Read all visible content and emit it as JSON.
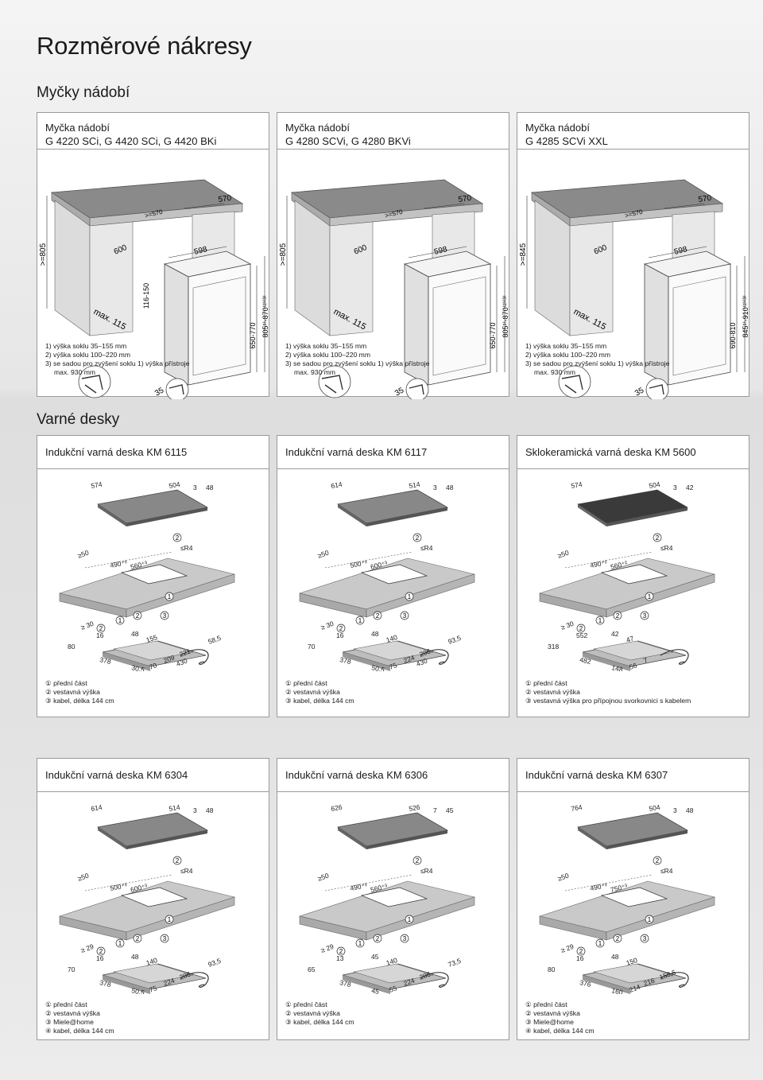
{
  "page": {
    "title": "Rozměrové nákresy"
  },
  "sections": {
    "dishwashers": "Myčky nádobí",
    "hobs": "Varné desky"
  },
  "dishwashers": [
    {
      "head1": "Myčka nádobí",
      "head2": "G 4220 SCi, G 4420 SCi, G 4420 BKi",
      "dims": {
        "h_left": ">=805",
        "w_top": "570",
        "w_front": "598",
        "niche": ">=570",
        "depth": "600",
        "plinth": "116-150",
        "h1": "650-770",
        "h2": "805¹⁾-870⁽²⁾⁽³⁾",
        "d35": "35",
        "max115": "max. 115"
      },
      "notes": [
        "1) výška soklu 35–155 mm",
        "2) výška soklu 100–220 mm",
        "3) se sadou pro zvýšení soklu 1) výška přístroje",
        "max. 930 mm"
      ]
    },
    {
      "head1": "Myčka nádobí",
      "head2": "G 4280 SCVi, G 4280 BKVi",
      "dims": {
        "h_left": ">=805",
        "w_top": "570",
        "w_front": "598",
        "niche": ">=570",
        "depth": "600",
        "plinth": "",
        "h1": "650-770",
        "h2": "805¹⁾-870⁽²⁾⁽³⁾",
        "d35": "35",
        "max115": "max. 115"
      },
      "notes": [
        "1) výška soklu 35–155 mm",
        "2) výška soklu 100–220 mm",
        "3) se sadou pro zvýšení soklu 1) výška přístroje",
        "max. 930 mm"
      ]
    },
    {
      "head1": "Myčka nádobí",
      "head2": "G 4285 SCVi XXL",
      "dims": {
        "h_left": ">=845",
        "w_top": "570",
        "w_front": "598",
        "niche": ">=570",
        "depth": "600",
        "plinth": "",
        "h1": "690-810",
        "h2": "845¹⁾-910⁽²⁾⁽³⁾",
        "d35": "35",
        "max115": "max. 115"
      },
      "notes": [
        "1) výška soklu 35–155 mm",
        "2) výška soklu 100–220 mm",
        "3) se sadou pro zvýšení soklu 1) výška přístroje",
        "max. 930 mm"
      ]
    }
  ],
  "hobs_row1": [
    {
      "title": "Indukční varná deska KM 6115",
      "dims": {
        "top_a": "574",
        "top_b": "504",
        "t3": "3",
        "t48": "48",
        "ge50": "≥50",
        "r4": "≤R4",
        "cut_a": "490⁺³",
        "cut_b": "560⁺³",
        "ge30": "≥ 30",
        "d16": "16",
        "d48": "48",
        "d155": "155",
        "d80": "80",
        "d378": "378",
        "d305": "30,5",
        "d70": "70",
        "d209": "209",
        "d221": "221",
        "d430": "430",
        "d585": "58,5"
      },
      "notes": [
        "① přední část",
        "② vestavná výška",
        "③ kabel, délka 144 cm"
      ]
    },
    {
      "title": "Indukční varná deska KM 6117",
      "dims": {
        "top_a": "614",
        "top_b": "514",
        "t3": "3",
        "t48": "48",
        "ge50": "≥50",
        "r4": "≤R4",
        "cut_a": "500⁺³",
        "cut_b": "600⁺³",
        "ge30": "≥ 30",
        "d16": "16",
        "d48": "48",
        "d155": "140",
        "d80": "70",
        "d378": "378",
        "d305": "50,5",
        "d70": "75",
        "d209": "224",
        "d221": "206",
        "d430": "430",
        "d585": "93,5"
      },
      "notes": [
        "① přední část",
        "② vestavná výška",
        "③ kabel, délka 144 cm"
      ]
    },
    {
      "title": "Sklokeramická varná deska KM 5600",
      "dims": {
        "top_a": "574",
        "top_b": "504",
        "t3": "3",
        "t48": "42",
        "ge50": "≥50",
        "r4": "≤R4",
        "cut_a": "490⁺²",
        "cut_b": "560⁺²",
        "ge30": "≥ 30",
        "d16": "552",
        "d48": "42",
        "d155": "47",
        "d80": "318",
        "d378": "482",
        "d305": "148",
        "d70": "56",
        "d209": "7",
        "d221": "",
        "d430": "",
        "d585": ""
      },
      "notes": [
        "① přední část",
        "② vestavná výška",
        "③ vestavná výška pro přípojnou svorkovnici s kabelem"
      ]
    }
  ],
  "hobs_row2": [
    {
      "title": "Indukční varná deska KM 6304",
      "dims": {
        "top_a": "614",
        "top_b": "514",
        "t3": "3",
        "t48": "48",
        "ge50": "≥50",
        "r4": "≤R4",
        "cut_a": "500⁺³",
        "cut_b": "600⁺³",
        "ge30": "≥ 29",
        "d16": "16",
        "d48": "48",
        "d155": "140",
        "d80": "70",
        "d378": "378",
        "d305": "50,5",
        "d70": "75",
        "d209": "224",
        "d221": "206",
        "d430": "",
        "d585": "93,5"
      },
      "notes": [
        "① přední část",
        "② vestavná výška",
        "③ Miele@home",
        "④ kabel, délka 144 cm"
      ]
    },
    {
      "title": "Indukční varná deska KM 6306",
      "dims": {
        "top_a": "626",
        "top_b": "526",
        "t3": "7",
        "t48": "45",
        "ge50": "≥50",
        "r4": "≤R4",
        "cut_a": "490⁺³",
        "cut_b": "560⁺³",
        "ge30": "≥ 29",
        "d16": "13",
        "d48": "45",
        "d155": "140",
        "d80": "65",
        "d378": "378",
        "d305": "45",
        "d70": "55",
        "d209": "224",
        "d221": "206",
        "d430": "",
        "d585": "73,5"
      },
      "notes": [
        "① přední část",
        "② vestavná výška",
        "③ kabel, délka 144 cm"
      ]
    },
    {
      "title": "Indukční varná deska KM 6307",
      "dims": {
        "top_a": "764",
        "top_b": "504",
        "t3": "3",
        "t48": "48",
        "ge50": "≥50",
        "r4": "≤R4",
        "cut_a": "490⁺³",
        "cut_b": "750⁺³",
        "ge30": "≥ 29",
        "d16": "16",
        "d48": "48",
        "d155": "150",
        "d80": "80",
        "d378": "376",
        "d305": "160",
        "d70": "214",
        "d209": "216",
        "d221": "158,5",
        "d430": "",
        "d585": ""
      },
      "notes": [
        "① přední část",
        "② vestavná výška",
        "③ Miele@home",
        "④ kabel, délka 144 cm"
      ]
    }
  ]
}
